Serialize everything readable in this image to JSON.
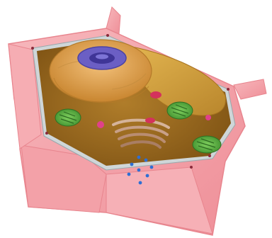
{
  "diagram": {
    "labels": [],
    "colors": {
      "cell_wall": "#f4a4aa",
      "cell_wall_edge": "#e8858e",
      "cytoplasm": "#9a6a1c",
      "cytoplasm_light": "#c08a2e",
      "vacuole": "#d9a441",
      "nucleus": "#e0a04e",
      "nucleolus": "#6b5fc4",
      "chloroplast": "#5fae48",
      "golgi": "#c8a088",
      "vesicle": "#e0418a",
      "plasmodesmata_dots": "#2e6fd4"
    },
    "parts": [
      "cell-wall",
      "cell-membrane",
      "cytoplasm",
      "vacuole",
      "nucleus",
      "nucleolus",
      "chloroplast",
      "golgi-apparatus",
      "vesicle",
      "plasmodesmata"
    ]
  }
}
